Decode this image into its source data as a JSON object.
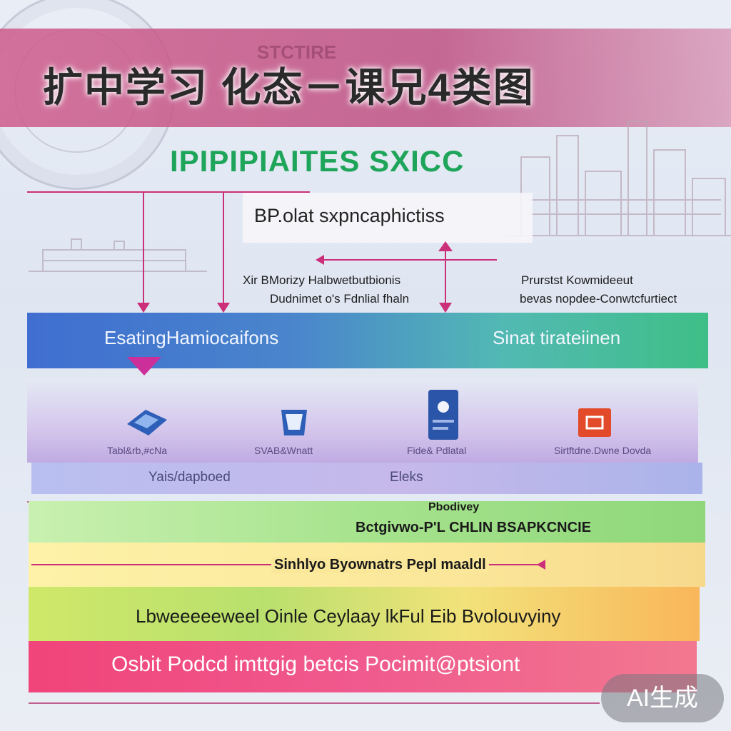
{
  "header": {
    "title": "扩中学习 化态－课兄4类图",
    "ghost": "STCTIRE"
  },
  "subtitle": "IPIPIPIAITES SXICC",
  "analysis": {
    "label": "BP.olat sxpncaphictiss"
  },
  "left_labels": {
    "line1": "Xir BMorizy Halbwetbutbionis",
    "line2": "Dudnimet o's Fdnlial fhaln"
  },
  "right_labels": {
    "line1": "Prurstst Kowmideeut",
    "line2": "bevas nopdee-Conwtcfurtiect"
  },
  "band_blue": {
    "left": "EsatingHamiocaifons",
    "right": "Sinat tirateiinen"
  },
  "icons": [
    {
      "label": "Tabl&rb,#cNa",
      "icon": "scanner-icon",
      "color": "#2e5fb8"
    },
    {
      "label": "SVAB&Wnatt",
      "icon": "pouch-icon",
      "color": "#2e5fb8"
    },
    {
      "label": "Fide& Pdlatal",
      "icon": "card-icon",
      "color": "#2a55a8"
    },
    {
      "label": "Sirtftdne.Dwne Dovda",
      "icon": "box-icon",
      "color": "#e24a2a"
    }
  ],
  "purple_row": {
    "left": "Yais/dapboed",
    "right": "Eleks"
  },
  "green_row": {
    "top": "Pbodivey",
    "bottom": "Bctgivwo-P'L CHLIN BSAPKCNCIE"
  },
  "yellow_row": {
    "text": "Sinhlyo Byownatrs Pepl maaldl"
  },
  "lime_row": {
    "text": "Lbweeeeeweel Oinle Ceylaay lkFul Eib Bvolouvyiny"
  },
  "pink_row": {
    "text": "Osbit Podcd imttgig  betcis Pocimit@ptsiont"
  },
  "watermark": "AI生成",
  "colors": {
    "accent_line": "#cc2f7a",
    "subtitle_green": "#1ea55a",
    "band_blue": "#3f6ed0",
    "band_pink": "#f0447a"
  }
}
